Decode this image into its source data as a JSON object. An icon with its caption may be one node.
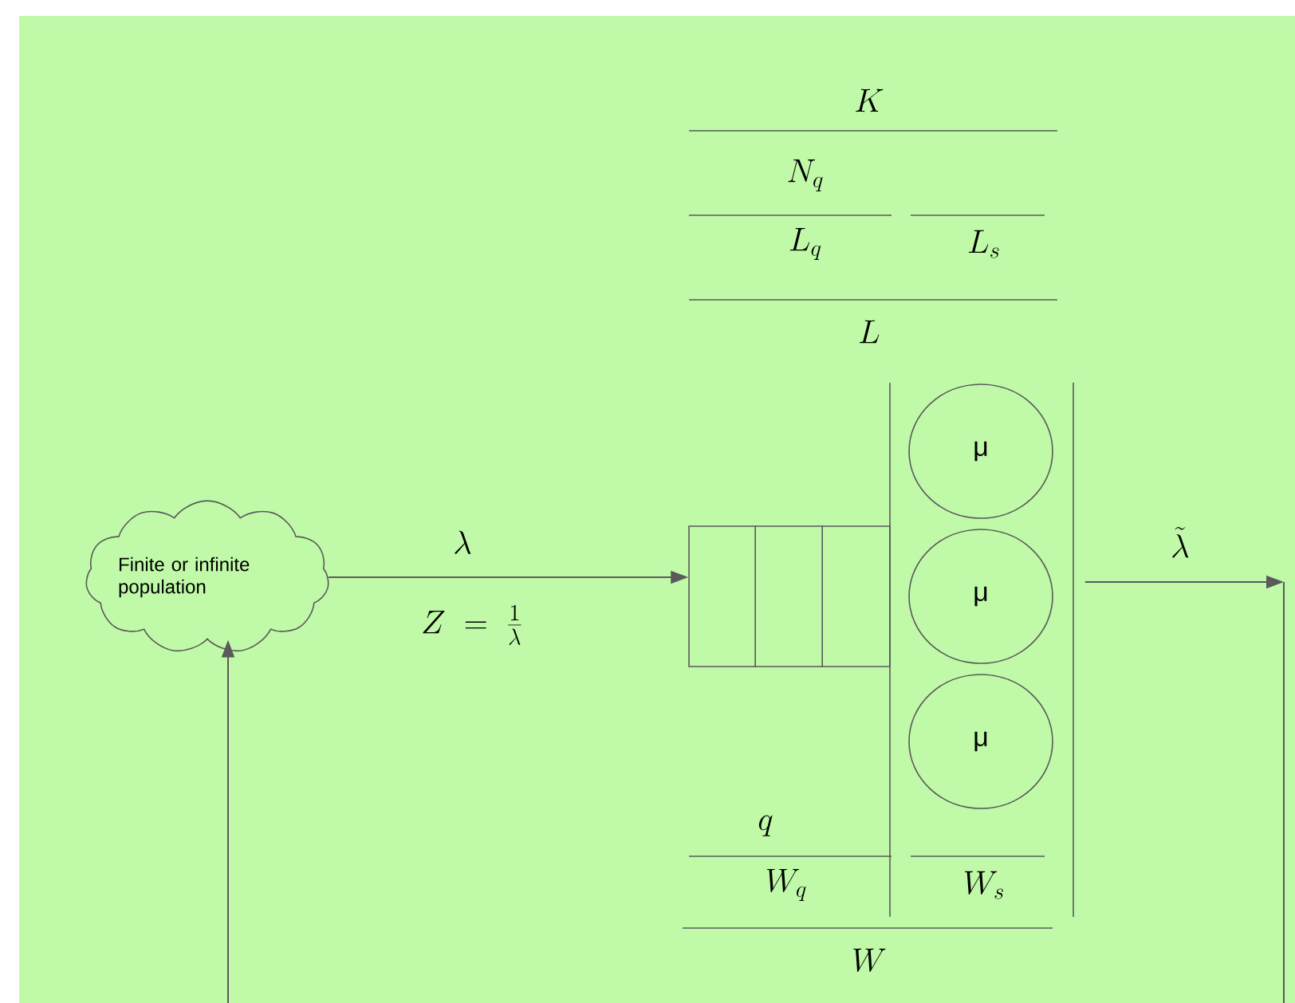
{
  "diagram": {
    "nodes": [
      {
        "text": [
          "Finite or infinite population"
        ]
      },
      {
        "text": [],
        "shape": "box"
      },
      {
        "text": [
          "μ"
        ]
      },
      {
        "text": [
          "μ"
        ]
      },
      {
        "text": [
          "μ"
        ]
      }
    ],
    "edges": [
      {
        "from": 0,
        "to": 1,
        "arrow": "to",
        "label": "\\lambda"
      },
      {
        "from": 3,
        "to": null,
        "arrow": "to",
        "label": "\\tilde{\\lambda}"
      },
      {
        "from": null,
        "to": 0,
        "arrow": "to"
      }
    ],
    "labels": [
      "K",
      "N_q",
      "L_q",
      "L_s",
      "L",
      "Z \\;=\\; \\frac{1}{\\lambda}",
      "q",
      "W_q",
      "W_s",
      "W"
    ]
  }
}
